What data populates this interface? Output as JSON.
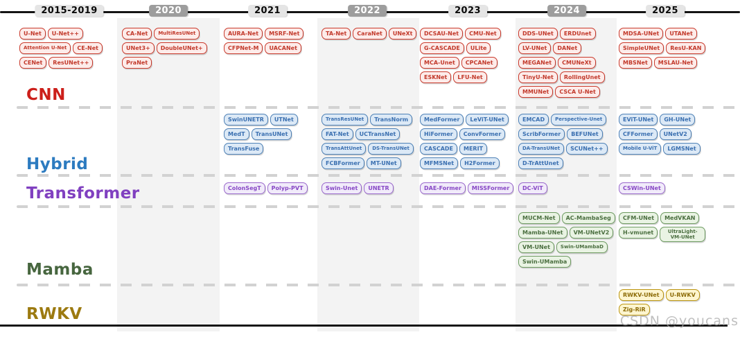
{
  "watermark": "CSDN @youcans",
  "years": [
    {
      "label": "2015-2019",
      "shade": "light"
    },
    {
      "label": "2020",
      "shade": "dark"
    },
    {
      "label": "2021",
      "shade": "light"
    },
    {
      "label": "2022",
      "shade": "dark"
    },
    {
      "label": "2023",
      "shade": "light"
    },
    {
      "label": "2024",
      "shade": "dark"
    },
    {
      "label": "2025",
      "shade": "light"
    }
  ],
  "categories": [
    {
      "id": "cnn",
      "label": "CNN",
      "colors": {
        "label": "#cc1f1a",
        "border": "#c9392b",
        "fill": "#fdecea",
        "text": "#c2392b"
      },
      "models_by_year": [
        [
          "U-Net",
          "U-Net++",
          "Attention U-Net",
          "CE-Net",
          "CENet",
          "ResUNet++"
        ],
        [
          "CA-Net",
          "MultiResUNet",
          "UNet3+",
          "DoubleUNet+",
          "PraNet"
        ],
        [
          "AURA-Net",
          "MSRF-Net",
          "CFPNet-M",
          "UACANet"
        ],
        [
          "TA-Net",
          "CaraNet",
          "UNeXt"
        ],
        [
          "DCSAU-Net",
          "CMU-Net",
          "G-CASCADE",
          "ULite",
          "MCA-Unet",
          "CPCANet",
          "ESKNet",
          "LFU-Net"
        ],
        [
          "DDS-UNet",
          "ERDUnet",
          "LV-UNet",
          "DANet",
          "MEGANet",
          "CMUNeXt",
          "TinyU-Net",
          "RollingUnet",
          "MMUNet",
          "CSCA U-Net"
        ],
        [
          "MDSA-UNet",
          "UTANet",
          "SimpleUNet",
          "ResU-KAN",
          "MBSNet",
          "MSLAU-Net"
        ]
      ]
    },
    {
      "id": "hybrid",
      "label": "Hybrid",
      "colors": {
        "label": "#2c7bc0",
        "border": "#4d80b6",
        "fill": "#dce9f6",
        "text": "#3a6fb0"
      },
      "models_by_year": [
        [],
        [],
        [
          "SwinUNETR",
          "UTNet",
          "MedT",
          "TransUNet",
          "TransFuse"
        ],
        [
          "TransResUNet",
          "TransNorm",
          "FAT-Net",
          "UCTransNet",
          "TransAttUnet",
          "DS-TransUNet",
          "FCBFormer",
          "MT-UNet"
        ],
        [
          "MedFormer",
          "LeViT-UNet",
          "HiFormer",
          "ConvFormer",
          "CASCADE",
          "MERIT",
          "MFMSNet",
          "H2Former"
        ],
        [
          "EMCAD",
          "Perspective-Unet",
          "ScribFormer",
          "BEFUNet",
          "DA-TransUNet",
          "SCUNet++",
          "D-TrAttUnet"
        ],
        [
          "EViT-UNet",
          "GH-UNet",
          "CFFormer",
          "UNetV2",
          "Mobile U-ViT",
          "LGMSNet"
        ]
      ]
    },
    {
      "id": "transformer",
      "label": "Transformer",
      "colors": {
        "label": "#8040c0",
        "border": "#9a68cc",
        "fill": "#f1ebfa",
        "text": "#8747c5"
      },
      "models_by_year": [
        [],
        [],
        [
          "ColonSegT",
          "Polyp-PVT"
        ],
        [
          "Swin-Unet",
          "UNETR"
        ],
        [
          "DAE-Former",
          "MISSFormer"
        ],
        [
          "DC-ViT"
        ],
        [
          "CSWin-UNet"
        ]
      ]
    },
    {
      "id": "mamba",
      "label": "Mamba",
      "colors": {
        "label": "#47663f",
        "border": "#6d9a60",
        "fill": "#e9f3e3",
        "text": "#4a6e3f"
      },
      "models_by_year": [
        [],
        [],
        [],
        [],
        [],
        [
          "MUCM-Net",
          "AC-MambaSeg",
          "Mamba-UNet",
          "VM-UNetV2",
          "VM-UNet",
          "Swin-UMambaD",
          "Swin-UMamba"
        ],
        [
          "CFM-UNet",
          "MedVKAN",
          "H-vmunet",
          "UltraLight-VM-UNet"
        ]
      ]
    },
    {
      "id": "rwkv",
      "label": "RWKV",
      "colors": {
        "label": "#9c7a10",
        "border": "#bb9512",
        "fill": "#fdf5cf",
        "text": "#8d6c08"
      },
      "models_by_year": [
        [],
        [],
        [],
        [],
        [],
        [],
        [
          "RWKV-UNet",
          "U-RWKV",
          "Zig-RiR"
        ]
      ]
    }
  ]
}
